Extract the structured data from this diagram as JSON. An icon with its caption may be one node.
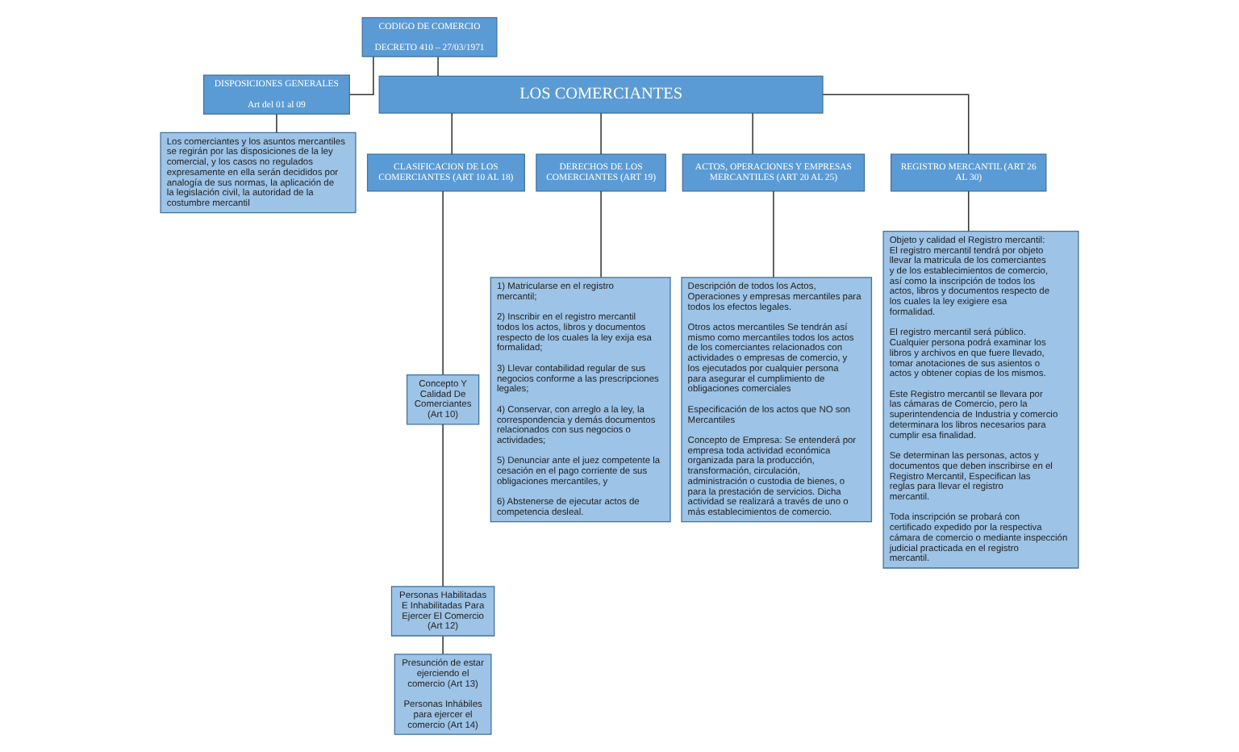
{
  "diagram": {
    "nodes": [
      {
        "text": [
          "CODIGO DE COMERCIO",
          "DECRETO 410 – 27/03/1971"
        ]
      },
      {
        "text": [
          "DISPOSICIONES GENERALES",
          "Art del 01 al 09"
        ]
      },
      {
        "text": [
          "LOS COMERCIANTES"
        ]
      },
      {
        "text": [
          "Los comerciantes y los asuntos mercantiles se regirán por las disposiciones de la ley comercial, y los casos no regulados expresamente en ella serán decididos por analogía de sus normas, la aplicación de la legislación civil, la autoridad de la costumbre mercantil"
        ]
      },
      {
        "text": [
          "CLASIFICACION DE LOS COMERCIANTES (ART 10 AL 18)"
        ]
      },
      {
        "text": [
          "DERECHOS DE LOS COMERCIANTES (ART 19)"
        ]
      },
      {
        "text": [
          "ACTOS, OPERACIONES Y EMPRESAS MERCANTILES (ART 20 AL 25)"
        ]
      },
      {
        "text": [
          "REGISTRO MERCANTIL (ART 26 AL 30)"
        ]
      },
      {
        "text": [
          "Concepto Y Calidad De Comerciantes (Art 10)"
        ]
      },
      {
        "text": [
          "Personas Habilitadas E Inhabilitadas Para Ejercer El Comercio (Art 12)"
        ]
      },
      {
        "text": [
          "Presunción de estar ejerciendo el comercio (Art 13)",
          "Personas Inhábiles para ejercer el comercio (Art 14)"
        ]
      },
      {
        "text": [
          "1) Matricularse en el registro mercantil;",
          "2) Inscribir en el registro mercantil todos los actos, libros y documentos respecto de los cuales la ley exija esa formalidad;",
          "3) Llevar contabilidad regular de sus negocios conforme a las prescripciones legales;",
          "4) Conservar, con arreglo a la ley, la correspondencia y demás documentos relacionados con sus negocios o actividades;",
          "5) Denunciar ante el juez competente la cesación en el pago corriente de sus obligaciones mercantiles, y",
          "6) Abstenerse de ejecutar actos de competencia desleal."
        ]
      },
      {
        "text": [
          "Descripción de todos los Actos, Operaciones y empresas mercantiles para todos los efectos legales.",
          "Otros actos mercantiles Se tendrán así mismo como mercantiles todos los actos de los comerciantes relacionados con actividades o empresas de comercio, y los ejecutados por cualquier persona para asegurar el cumplimiento de obligaciones comerciales",
          "Especificación de los actos que NO son Mercantiles",
          "Concepto de Empresa: Se entenderá por empresa toda actividad económica organizada para la producción, transformación, circulación, administración o custodia de bienes, o para la prestación de servicios. Dicha actividad se realizará a través de uno o más establecimientos de comercio."
        ]
      },
      {
        "text": [
          "Objeto y calidad el Registro mercantil: El registro mercantil tendrá por objeto llevar la matricula de los comerciantes y de los establecimientos de comercio, así como la inscripción de todos los actos, libros y documentos respecto de los cuales la ley exigiere esa formalidad.",
          "El registro mercantil será público. Cualquier persona podrá examinar los libros y archivos en que fuere llevado, tomar anotaciones de sus asientos o actos y obtener copias de los mismos.",
          "Este Registro mercantil se llevara por las cámaras de Comercio, pero la superintendencia de Industria y comercio determinara los libros necesarios para cumplir esa finalidad.",
          "Se determinan las personas, actos y documentos que deben inscribirse en el Registro Mercantil, Especifican las reglas para llevar el registro mercantil.",
          "Toda inscripción se probará con certificado expedido por la respectiva cámara de comercio o mediante inspección judicial practicada en el registro mercantil."
        ]
      }
    ],
    "edges": [
      {
        "from": 0,
        "to": 1,
        "arrow": "none"
      },
      {
        "from": 0,
        "to": 2,
        "arrow": "none"
      },
      {
        "from": 1,
        "to": 3,
        "arrow": "none"
      },
      {
        "from": 2,
        "to": 4,
        "arrow": "none"
      },
      {
        "from": 2,
        "to": 5,
        "arrow": "none"
      },
      {
        "from": 2,
        "to": 6,
        "arrow": "none"
      },
      {
        "from": 2,
        "to": 7,
        "arrow": "none"
      },
      {
        "from": 4,
        "to": 8,
        "arrow": "none"
      },
      {
        "from": 8,
        "to": 9,
        "arrow": "none"
      },
      {
        "from": 9,
        "to": 10,
        "arrow": "none"
      },
      {
        "from": 5,
        "to": 11,
        "arrow": "none"
      },
      {
        "from": 6,
        "to": 12,
        "arrow": "none"
      },
      {
        "from": 7,
        "to": 13,
        "arrow": "none"
      }
    ]
  }
}
